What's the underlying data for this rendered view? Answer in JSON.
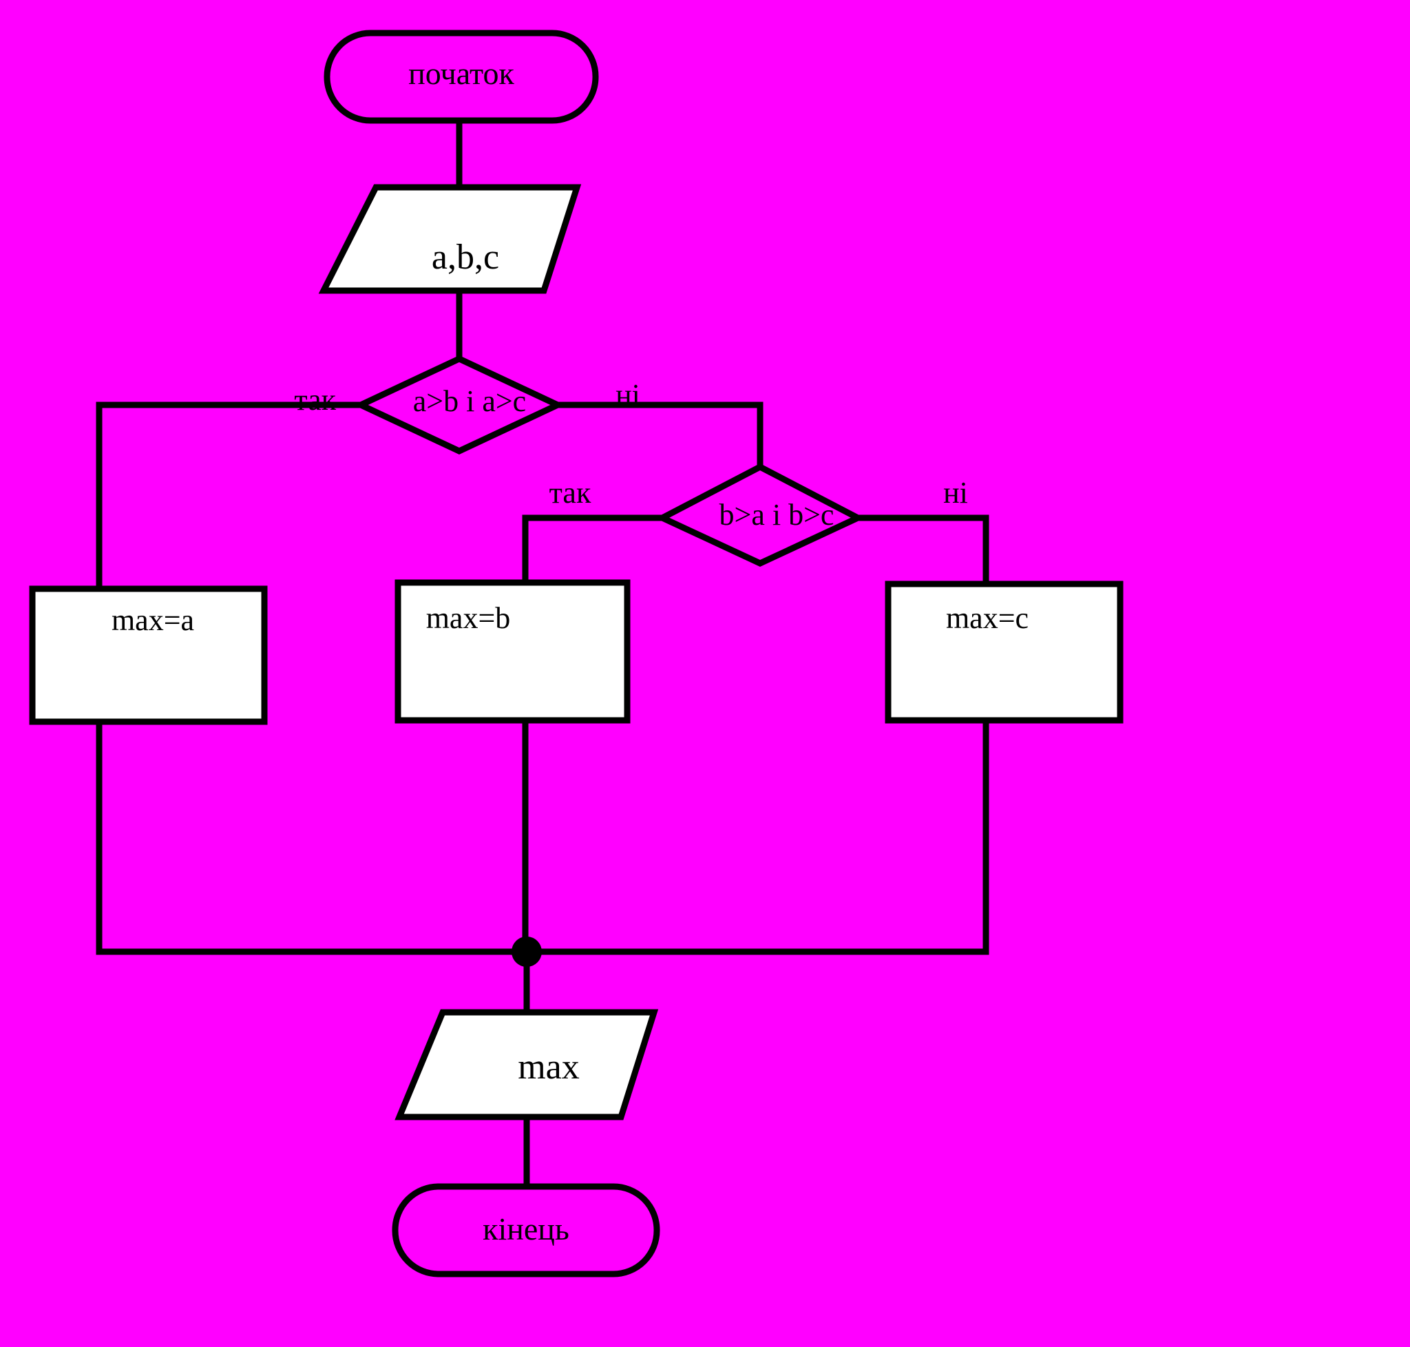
{
  "diagram": {
    "title": "Flowchart: maximum of three numbers",
    "language": "uk",
    "background_color": "#FF00FF",
    "line_color": "#000000",
    "fill_white": "#FFFFFF"
  },
  "nodes": {
    "start": {
      "label": "початок",
      "type": "terminal"
    },
    "input": {
      "label": "a,b,c",
      "type": "input-output"
    },
    "decision1": {
      "label": "a>b i a>c",
      "type": "decision"
    },
    "decision2": {
      "label": "b>a i b>c",
      "type": "decision"
    },
    "process_a": {
      "label": "max=a",
      "type": "process"
    },
    "process_b": {
      "label": "max=b",
      "type": "process"
    },
    "process_c": {
      "label": "max=c",
      "type": "process"
    },
    "output": {
      "label": "max",
      "type": "input-output"
    },
    "end": {
      "label": "кінець",
      "type": "terminal"
    }
  },
  "branch_labels": {
    "d1_yes": "так",
    "d1_no": "ні",
    "d2_yes": "так",
    "d2_no": "ні"
  }
}
